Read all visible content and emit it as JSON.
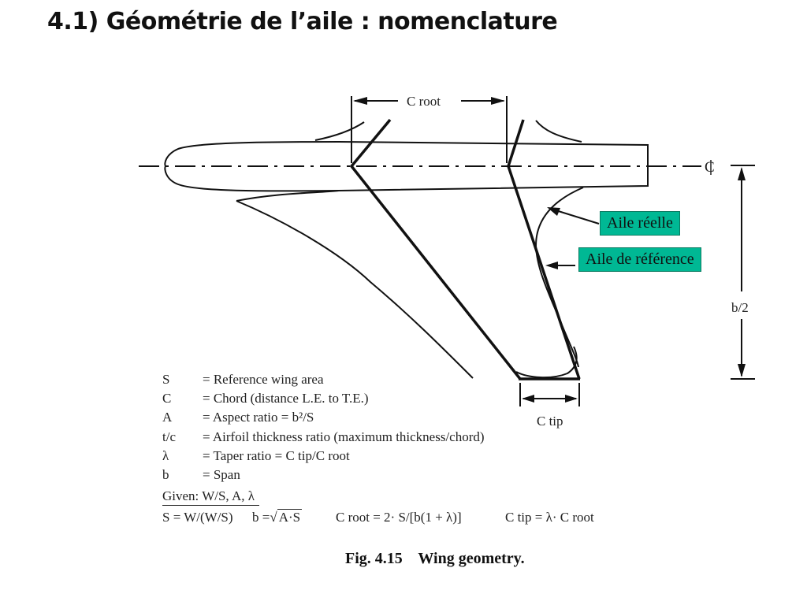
{
  "title": "4.1) Géométrie de l’aile : nomenclature",
  "diagram": {
    "label_c_root": "C root",
    "label_c_tip": "C tip",
    "label_centerline": "C",
    "label_half_span": "b/2"
  },
  "callouts": {
    "actual_wing": "Aile réelle",
    "reference_wing": "Aile de référence"
  },
  "legend": [
    {
      "symbol": "S",
      "definition": "= Reference wing area"
    },
    {
      "symbol": "C",
      "definition": "= Chord (distance L.E. to T.E.)"
    },
    {
      "symbol": "A",
      "definition": "= Aspect ratio = b²/S"
    },
    {
      "symbol": "t/c",
      "definition": "= Airfoil thickness ratio (maximum thickness/chord)"
    },
    {
      "symbol": "λ",
      "definition": "= Taper ratio = C tip/C root"
    },
    {
      "symbol": "b",
      "definition": "= Span"
    }
  ],
  "given": "Given: W/S, A, λ",
  "formulas": {
    "s": "S = W/(W/S)",
    "b_prefix": "b =",
    "b_radicand": "A·S",
    "c_root": "C root = 2· S/[b(1 + λ)]",
    "c_tip": "C tip = λ· C root"
  },
  "caption": "Fig. 4.15    Wing geometry.",
  "colors": {
    "callout_bg": "#00b894",
    "line": "#111111"
  }
}
